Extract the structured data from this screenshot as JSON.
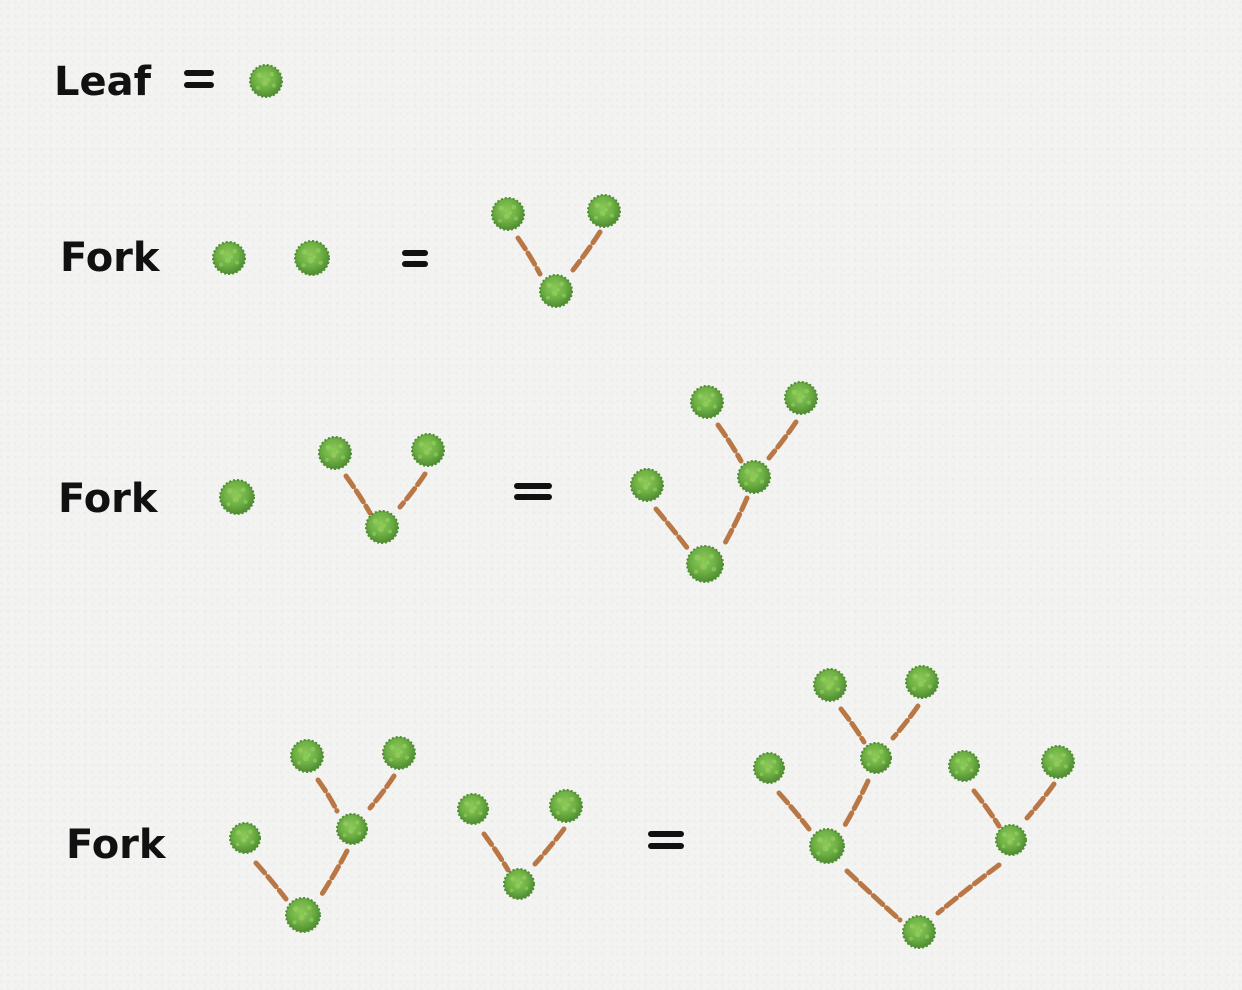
{
  "rows": [
    {
      "label": "Leaf",
      "equals": "="
    },
    {
      "label": "Fork",
      "equals": "="
    },
    {
      "label": "Fork",
      "equals": "="
    },
    {
      "label": "Fork",
      "equals": "="
    }
  ],
  "colors": {
    "background": "#f3f3f1",
    "ink": "#111111",
    "leaf": "#6fb145",
    "leaf_dark": "#4f8c32",
    "branch": "#b97745"
  },
  "icons": {
    "node": "leaf-node-icon",
    "edge": "branch-edge"
  }
}
